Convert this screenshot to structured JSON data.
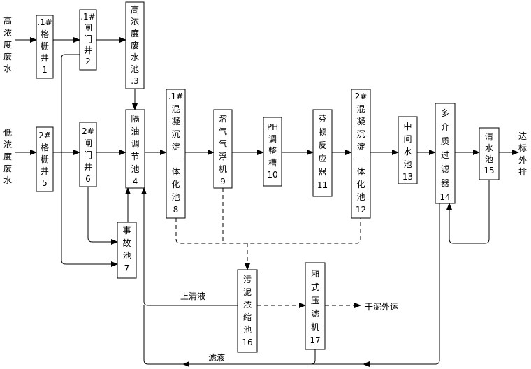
{
  "diagram": {
    "sources": {
      "high": "高浓度废水",
      "low": "低浓度废水"
    },
    "units": [
      {
        "id": "u1",
        "lines": [
          ".1#",
          "格",
          "栅",
          "井",
          "1"
        ]
      },
      {
        "id": "u2",
        "lines": [
          ".1#",
          "闸",
          "门",
          "井",
          "2"
        ]
      },
      {
        "id": "u3",
        "lines": [
          "高",
          "浓",
          "度",
          "废",
          "水",
          "池",
          ".3"
        ]
      },
      {
        "id": "u5",
        "lines": [
          "2#",
          "格",
          "栅",
          "井",
          "5"
        ]
      },
      {
        "id": "u6",
        "lines": [
          "2#",
          "闸",
          "门",
          "井",
          "6"
        ]
      },
      {
        "id": "u4",
        "lines": [
          "隔",
          "油",
          "调",
          "节",
          "池",
          "4"
        ]
      },
      {
        "id": "u7",
        "lines": [
          "事",
          "故",
          "池",
          "7"
        ]
      },
      {
        "id": "u8",
        "lines": [
          ".1#",
          "混",
          "凝",
          "沉",
          "淀",
          "一",
          "体",
          "化",
          "池",
          "8"
        ]
      },
      {
        "id": "u9",
        "lines": [
          "溶",
          "气",
          "气",
          "浮",
          "机",
          "9"
        ]
      },
      {
        "id": "u10",
        "lines": [
          "PH",
          "调",
          "整",
          "槽",
          "10"
        ]
      },
      {
        "id": "u11",
        "lines": [
          "芬",
          "顿",
          "反",
          "应",
          "器",
          "11"
        ]
      },
      {
        "id": "u12",
        "lines": [
          "2#",
          "混",
          "凝",
          "沉",
          "淀",
          "一",
          "体",
          "化",
          "池",
          "12"
        ]
      },
      {
        "id": "u13",
        "lines": [
          "中",
          "间",
          "水",
          "池",
          "13"
        ]
      },
      {
        "id": "u14",
        "lines": [
          "多",
          "介",
          "质",
          "过",
          "滤",
          "器",
          "14"
        ]
      },
      {
        "id": "u15",
        "lines": [
          "清",
          "水",
          "池",
          "15"
        ]
      },
      {
        "id": "u16",
        "lines": [
          "污",
          "泥",
          "浓",
          "缩",
          "池",
          "16"
        ]
      },
      {
        "id": "u17",
        "lines": [
          "厢",
          "式",
          "压",
          "滤",
          "机",
          "17"
        ]
      }
    ],
    "output": "达标外排",
    "labels": {
      "supernatant": "上清液",
      "filtrate": "滤液",
      "dry_sludge": "干泥外运"
    }
  }
}
